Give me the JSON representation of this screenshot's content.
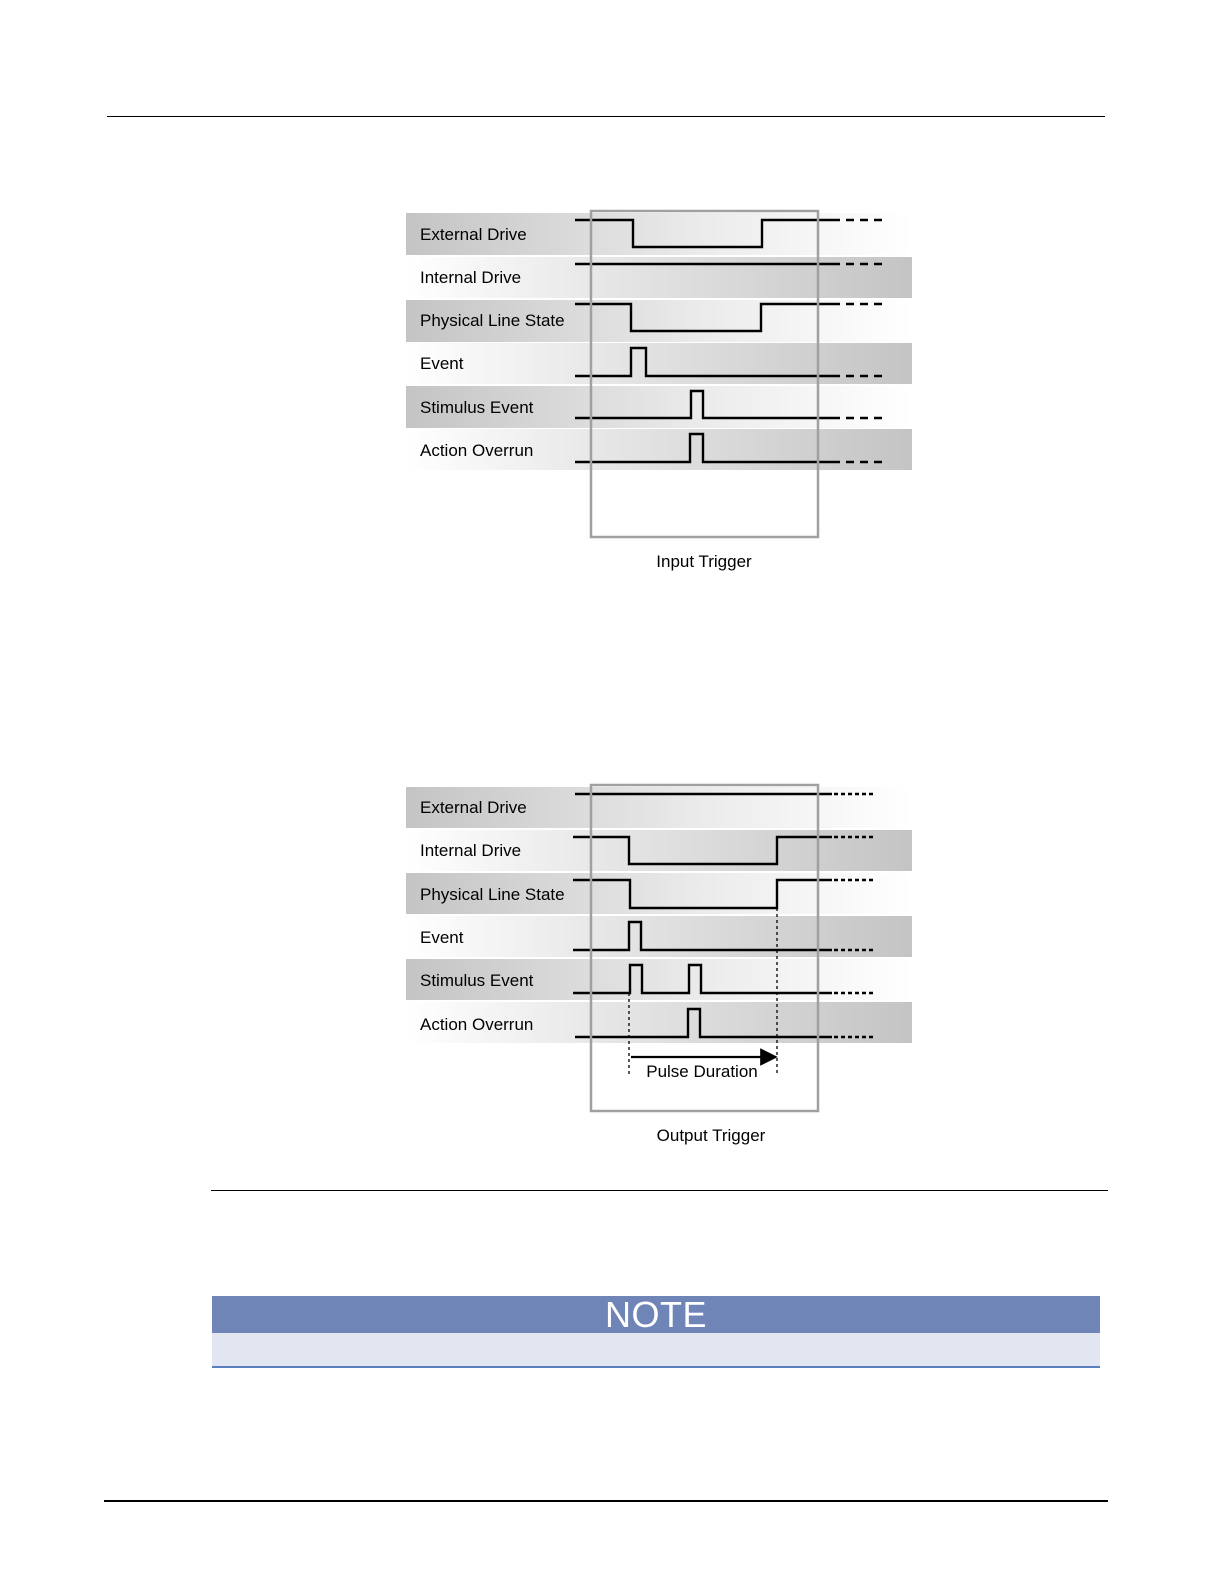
{
  "diagrams": [
    {
      "caption": "Input Trigger",
      "signals": [
        {
          "label": "External Drive"
        },
        {
          "label": "Internal Drive"
        },
        {
          "label": "Physical Line State"
        },
        {
          "label": "Event"
        },
        {
          "label": "Stimulus Event"
        },
        {
          "label": "Action Overrun"
        }
      ]
    },
    {
      "caption": "Output Trigger",
      "annotation": "Pulse Duration",
      "signals": [
        {
          "label": "External Drive"
        },
        {
          "label": "Internal Drive"
        },
        {
          "label": "Physical Line State"
        },
        {
          "label": "Event"
        },
        {
          "label": "Stimulus Event"
        },
        {
          "label": "Action Overrun"
        }
      ]
    }
  ],
  "note": {
    "title": "NOTE"
  },
  "colors": {
    "note_header": "#7085b7",
    "note_body": "#e2e6f1",
    "note_border": "#5a7fc0",
    "band": "#c8c8c8",
    "frame": "#a0a0a0"
  }
}
